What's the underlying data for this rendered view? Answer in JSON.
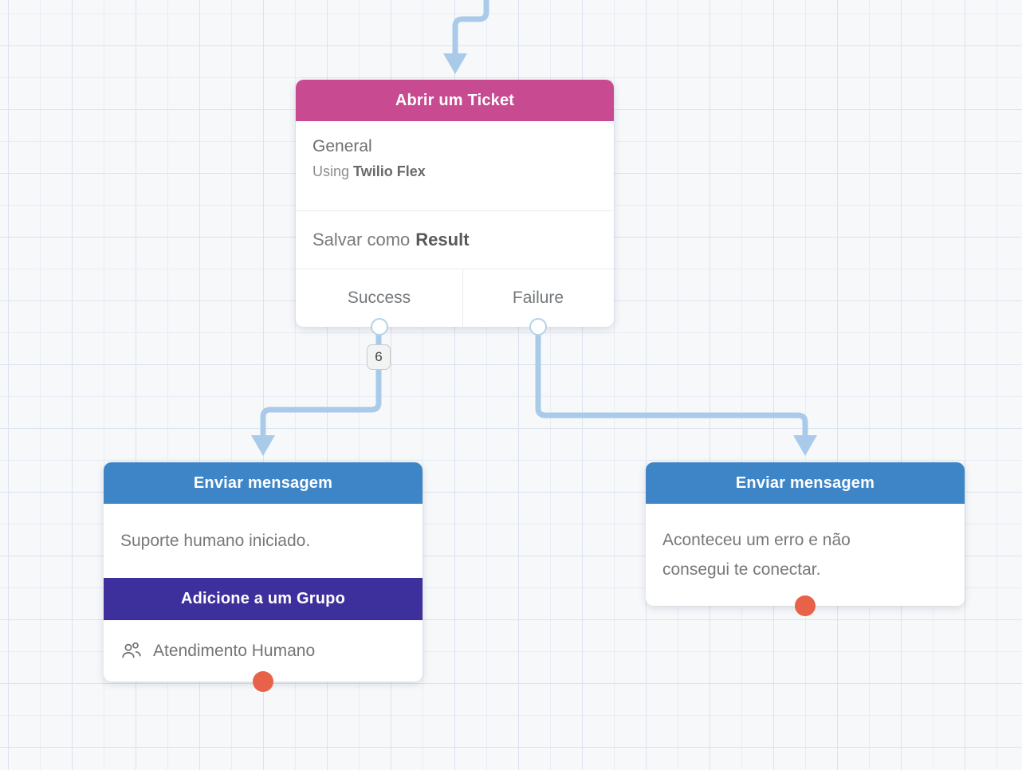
{
  "colors": {
    "ticket_header": "#c84b92",
    "message_header": "#3d85c6",
    "group_header": "#3e309c",
    "connector": "#a9cbe9",
    "exit_unconnected": "#e8624a",
    "node_bg": "#ffffff"
  },
  "nodes": {
    "ticket": {
      "title": "Abrir um Ticket",
      "topic": "General",
      "using_prefix": "Using",
      "service": "Twilio Flex",
      "save_prefix": "Salvar como",
      "result_name": "Result",
      "exits": [
        {
          "label": "Success"
        },
        {
          "label": "Failure"
        }
      ]
    },
    "message_left": {
      "title": "Enviar mensagem",
      "text": "Suporte humano iniciado.",
      "group_action_title": "Adicione a um Grupo",
      "group_name": "Atendimento Humano",
      "group_icon": "group-icon"
    },
    "message_right": {
      "title": "Enviar mensagem",
      "text": "Aconteceu um erro e não consegui te conectar."
    }
  },
  "connections": {
    "success_badge_count": "6"
  }
}
